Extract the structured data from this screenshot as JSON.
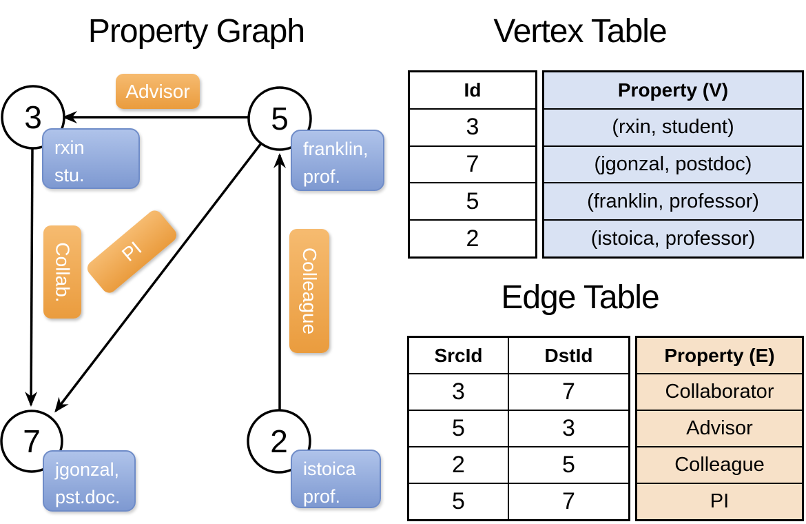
{
  "colors": {
    "label_orange": "#EFA143",
    "label_blue": "#8AA5D8",
    "vertex_cell_bg": "#D9E2F3",
    "edge_cell_bg": "#F7E1C8",
    "line_black": "#000000",
    "text_white": "#FFFFFF"
  },
  "graph": {
    "title": "Property Graph",
    "nodes": {
      "n3": {
        "label": "3"
      },
      "n5": {
        "label": "5"
      },
      "n7": {
        "label": "7"
      },
      "n2": {
        "label": "2"
      }
    },
    "edge_labels": {
      "advisor": "Advisor",
      "collab": "Collab.",
      "pi": "PI",
      "colleague": "Colleague"
    },
    "vertex_boxes": {
      "rxin": {
        "line1": "rxin",
        "line2": "stu."
      },
      "franklin": {
        "line1": "franklin,",
        "line2": "prof."
      },
      "jgonzal": {
        "line1": "jgonzal,",
        "line2": "pst.doc."
      },
      "istoica": {
        "line1": "istoica",
        "line2": "prof."
      }
    }
  },
  "vertex_table": {
    "title": "Vertex Table",
    "columns": {
      "id": "Id",
      "property": "Property (V)"
    },
    "rows": [
      {
        "id": "3",
        "property": "(rxin, student)"
      },
      {
        "id": "7",
        "property": "(jgonzal, postdoc)"
      },
      {
        "id": "5",
        "property": "(franklin, professor)"
      },
      {
        "id": "2",
        "property": "(istoica, professor)"
      }
    ]
  },
  "edge_table": {
    "title": "Edge Table",
    "columns": {
      "src": "SrcId",
      "dst": "DstId",
      "property": "Property (E)"
    },
    "rows": [
      {
        "src": "3",
        "dst": "7",
        "property": "Collaborator"
      },
      {
        "src": "5",
        "dst": "3",
        "property": "Advisor"
      },
      {
        "src": "2",
        "dst": "5",
        "property": "Colleague"
      },
      {
        "src": "5",
        "dst": "7",
        "property": "PI"
      }
    ]
  }
}
